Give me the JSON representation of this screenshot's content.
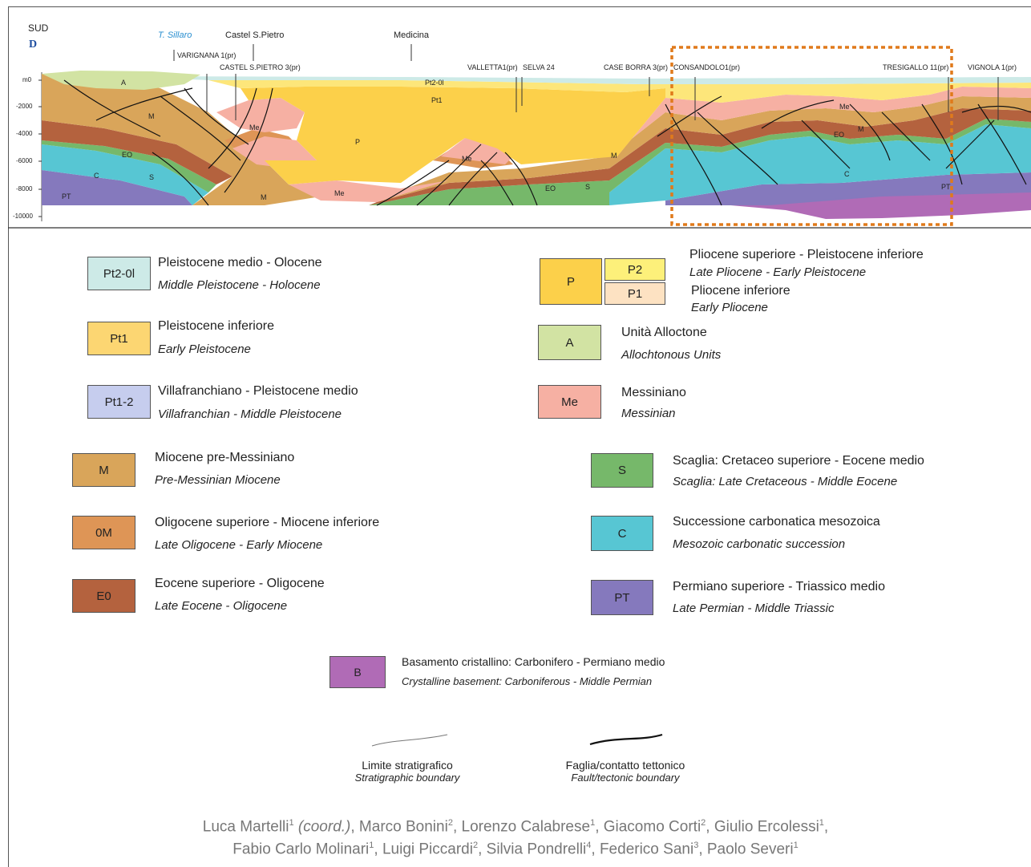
{
  "section": {
    "direction": "SUD",
    "letter": "D",
    "top_labels": [
      {
        "text": "T. Sillaro",
        "color": "#2a8fd0",
        "italic": true
      },
      {
        "text": "Castel S.Pietro"
      },
      {
        "text": "Medicina"
      }
    ],
    "wells": [
      "VARIGNANA 1(pr)",
      "CASTEL S.PIETRO 3(pr)",
      "VALLETTA1(pr)",
      "SELVA 24",
      "CASE BORRA 3(pr)",
      "CONSANDOLO1(pr)",
      "TRESIGALLO 11(pr)",
      "VIGNOLA 1(pr)"
    ],
    "depth_ticks": [
      "m0",
      "-2000",
      "-4000",
      "-6000",
      "-8000",
      "-10000"
    ],
    "unit_labels": [
      "A",
      "M",
      "Me",
      "Pt2-0l",
      "Pt1",
      "P",
      "Me",
      "EO",
      "C",
      "S",
      "PT",
      "M",
      "Me",
      "M",
      "EO",
      "S",
      "Me",
      "EO",
      "M",
      "C",
      "PT"
    ]
  },
  "legend_left": [
    {
      "code": "Pt2-0l",
      "color": "#cdeae7",
      "title": "Pleistocene medio - Olocene",
      "subtitle": "Middle Pleistocene - Holocene"
    },
    {
      "code": "Pt1",
      "color": "#fcd672",
      "title": "Pleistocene inferiore",
      "subtitle": "Early Pleistocene"
    },
    {
      "code": "Pt1-2",
      "color": "#c6cdee",
      "title": "Villafranchiano - Pleistocene medio",
      "subtitle": "Villafranchian - Middle Pleistocene"
    },
    {
      "code": "M",
      "color": "#d9a55a",
      "title": "Miocene pre-Messiniano",
      "subtitle": "Pre-Messinian Miocene"
    },
    {
      "code": "0M",
      "color": "#de9556",
      "title": "Oligocene superiore - Miocene inferiore",
      "subtitle": "Late Oligocene - Early Miocene"
    },
    {
      "code": "E0",
      "color": "#b4623e",
      "title": "Eocene superiore - Oligocene",
      "subtitle": "Late Eocene - Oligocene"
    }
  ],
  "legend_right": [
    {
      "code": "A",
      "color": "#d2e3a3",
      "title": "Unità Alloctone",
      "subtitle": "Allochtonous Units"
    },
    {
      "code": "Me",
      "color": "#f6b0a3",
      "title": "Messiniano",
      "subtitle": "Messinian"
    },
    {
      "code": "S",
      "color": "#76b86a",
      "title": "Scaglia: Cretaceo superiore - Eocene medio",
      "subtitle": "Scaglia: Late Cretaceous - Middle Eocene"
    },
    {
      "code": "C",
      "color": "#57c6d3",
      "title": "Successione carbonatica mesozoica",
      "subtitle": "Mesozoic carbonatic succession"
    },
    {
      "code": "PT",
      "color": "#8579bd",
      "title": "Permiano superiore - Triassico medio",
      "subtitle": "Late Permian - Middle Triassic"
    }
  ],
  "legend_p": {
    "code": "P",
    "color": "#fcd04a",
    "p2": {
      "code": "P2",
      "color": "#fdf07a",
      "title": "Pliocene superiore - Pleistocene inferiore",
      "subtitle": "Late Pliocene -  Early Pleistocene"
    },
    "p1": {
      "code": "P1",
      "color": "#fde2c2",
      "title": "Pliocene inferiore",
      "subtitle": "Early Pliocene"
    }
  },
  "legend_b": {
    "code": "B",
    "color": "#b06bb6",
    "title": "Basamento cristallino: Carbonifero - Permiano medio",
    "subtitle": "Crystalline basement: Carboniferous - Middle Permian"
  },
  "line_legend": {
    "strat_title": "Limite stratigrafico",
    "strat_sub": "Stratigraphic boundary",
    "fault_title": "Faglia/contatto tettonico",
    "fault_sub": "Fault/tectonic boundary"
  },
  "authors": {
    "line1": [
      {
        "name": "Luca Martelli",
        "sup": "1",
        "extra": " (coord.)"
      },
      {
        "name": ", Marco Bonini",
        "sup": "2"
      },
      {
        "name": ", Lorenzo Calabrese",
        "sup": "1"
      },
      {
        "name": ", Giacomo Corti",
        "sup": "2"
      },
      {
        "name": ", Giulio Ercolessi",
        "sup": "1"
      },
      {
        "name": ",",
        "sup": ""
      }
    ],
    "line2": [
      {
        "name": "Fabio Carlo Molinari",
        "sup": "1"
      },
      {
        "name": ", Luigi Piccardi",
        "sup": "2"
      },
      {
        "name": ", Silvia Pondrelli",
        "sup": "4"
      },
      {
        "name": ", Federico Sani",
        "sup": "3"
      },
      {
        "name": ", Paolo Severi",
        "sup": "1"
      }
    ]
  }
}
